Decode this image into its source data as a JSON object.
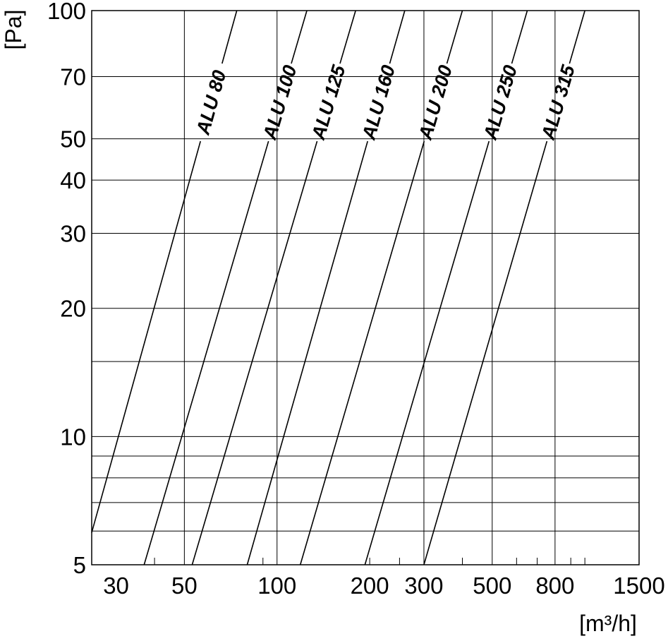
{
  "chart_data": {
    "type": "line",
    "xscale": "log",
    "yscale": "log",
    "xlim": [
      25,
      1500
    ],
    "ylim": [
      5,
      100
    ],
    "xlabel": "[m³/h]",
    "ylabel": "[Pa]",
    "x_ticks": [
      30,
      50,
      100,
      200,
      300,
      500,
      800,
      1500
    ],
    "y_ticks": [
      5,
      10,
      20,
      30,
      40,
      50,
      70,
      100
    ],
    "x_grid_major": [
      50,
      100,
      300,
      500,
      800
    ],
    "x_grid_minor": [
      40,
      90,
      200,
      250,
      400,
      600,
      700,
      900,
      1000
    ],
    "y_grid": [
      5,
      6,
      7,
      8,
      9,
      10,
      15,
      20,
      30,
      40,
      50,
      70,
      100
    ],
    "grid": true,
    "series": [
      {
        "name": "ALU 80",
        "points": [
          [
            25,
            5.95
          ],
          [
            74,
            100
          ]
        ]
      },
      {
        "name": "ALU 100",
        "points": [
          [
            37,
            5
          ],
          [
            125,
            100
          ]
        ]
      },
      {
        "name": "ALU 125",
        "points": [
          [
            53,
            5
          ],
          [
            180,
            100
          ]
        ]
      },
      {
        "name": "ALU 160",
        "points": [
          [
            80,
            5
          ],
          [
            260,
            100
          ]
        ]
      },
      {
        "name": "ALU 200",
        "points": [
          [
            119,
            5
          ],
          [
            400,
            100
          ]
        ]
      },
      {
        "name": "ALU 250",
        "points": [
          [
            193,
            5
          ],
          [
            650,
            100
          ]
        ]
      },
      {
        "name": "ALU 315",
        "points": [
          [
            300,
            5
          ],
          [
            1000,
            100
          ]
        ]
      }
    ]
  }
}
